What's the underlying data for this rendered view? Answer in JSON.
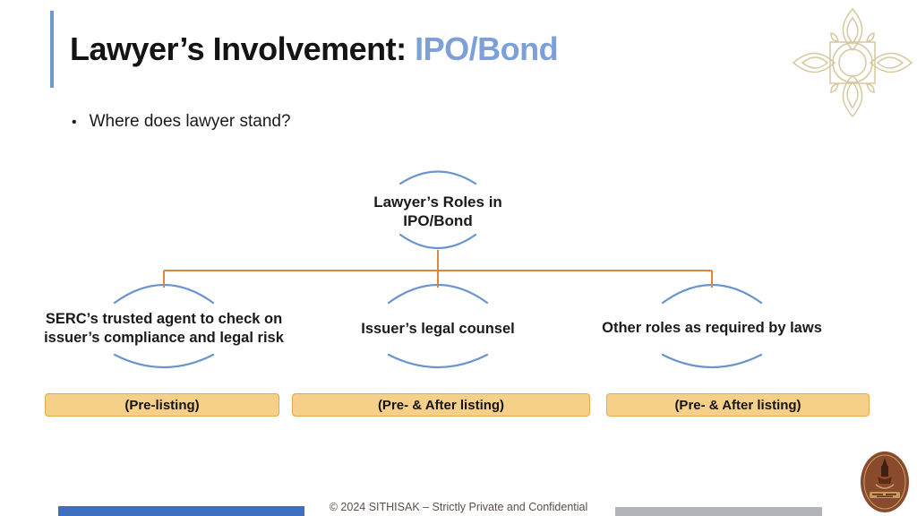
{
  "slide": {
    "title": {
      "main": "Lawyer’s Involvement: ",
      "highlight": "IPO/Bond"
    },
    "bullet_marker": "•",
    "bullet_text": "Where does lawyer stand?"
  },
  "diagram": {
    "root": {
      "lines": [
        "Lawyer’s Roles in",
        "IPO/Bond"
      ]
    },
    "children": [
      {
        "lines": [
          "SERC’s trusted agent to check on",
          "issuer’s compliance and legal risk"
        ],
        "tag": "(Pre-listing)"
      },
      {
        "lines": [
          "Issuer’s legal counsel"
        ],
        "tag": "(Pre- & After listing)"
      },
      {
        "lines": [
          "Other roles as required by laws"
        ],
        "tag": "(Pre- & After listing)"
      }
    ]
  },
  "footer": {
    "copyright": "© 2024 SITHISAK – Strictly Private and Confidential"
  },
  "icons": {
    "ornament": "thai-lotus-ornament",
    "logo": "sithisak-seal-logo"
  },
  "colors": {
    "title-blue": "#7da0d8",
    "accent-bar": "#6f9ad0",
    "arc-blue": "#6a94ce",
    "connector-orange": "#e0863c",
    "tag-fill": "#f6d088",
    "tag-border": "#e2a94e",
    "footer-blue": "#3f6fc1",
    "footer-gray": "#b1b5b9",
    "ornament-gold": "#d6c89e",
    "logo-maroon": "#8a4a2c",
    "text-dark": "#1a1a1a",
    "footer-text": "#5c5048"
  }
}
